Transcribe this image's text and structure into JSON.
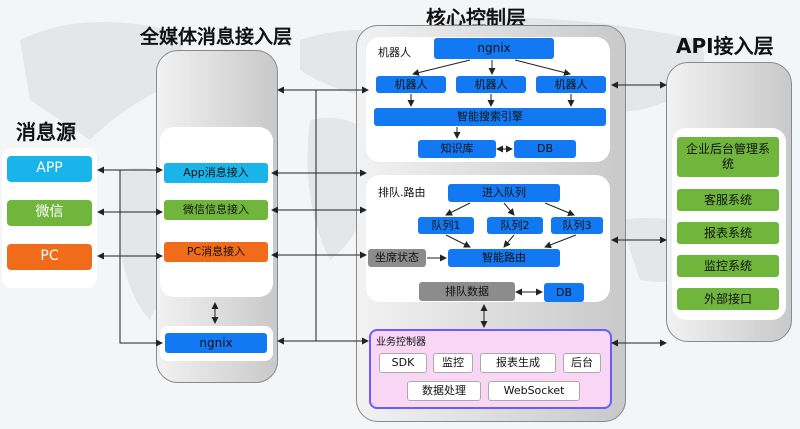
{
  "titles": {
    "source": "消息源",
    "media": "全媒体消息接入层",
    "core": "核心控制层",
    "api": "API接入层"
  },
  "sources": [
    "APP",
    "微信",
    "PC"
  ],
  "media": {
    "items": [
      "App消息接入",
      "微信信息接入",
      "PC消息接入"
    ],
    "ngnix": "ngnix"
  },
  "core": {
    "robot": {
      "label": "机器人",
      "ngnix": "ngnix",
      "robots": [
        "机器人",
        "机器人",
        "机器人"
      ],
      "search": "智能搜索引擎",
      "kb": "知识库",
      "db": "DB"
    },
    "queue": {
      "label": "排队.路由",
      "enqueue": "进入队列",
      "queues": [
        "队列1",
        "队列2",
        "队列3"
      ],
      "seat_status": "坐席状态",
      "routing": "智能路由",
      "queue_data": "排队数据",
      "db": "DB"
    },
    "business": {
      "label": "业务控制器",
      "row1": [
        "SDK",
        "监控",
        "报表生成",
        "后台"
      ],
      "row2": [
        "数据处理",
        "WebSocket"
      ]
    }
  },
  "api": [
    "企业后台管理系统",
    "客服系统",
    "报表系统",
    "监控系统",
    "外部接口"
  ],
  "colors": {
    "blue": "#1279f2",
    "cyan": "#19b5ea",
    "green": "#71b63c",
    "orange": "#f06b1a",
    "grey": "#8c8c8c",
    "business_border": "#6b5cff",
    "business_bg": "#f8d6f4"
  }
}
